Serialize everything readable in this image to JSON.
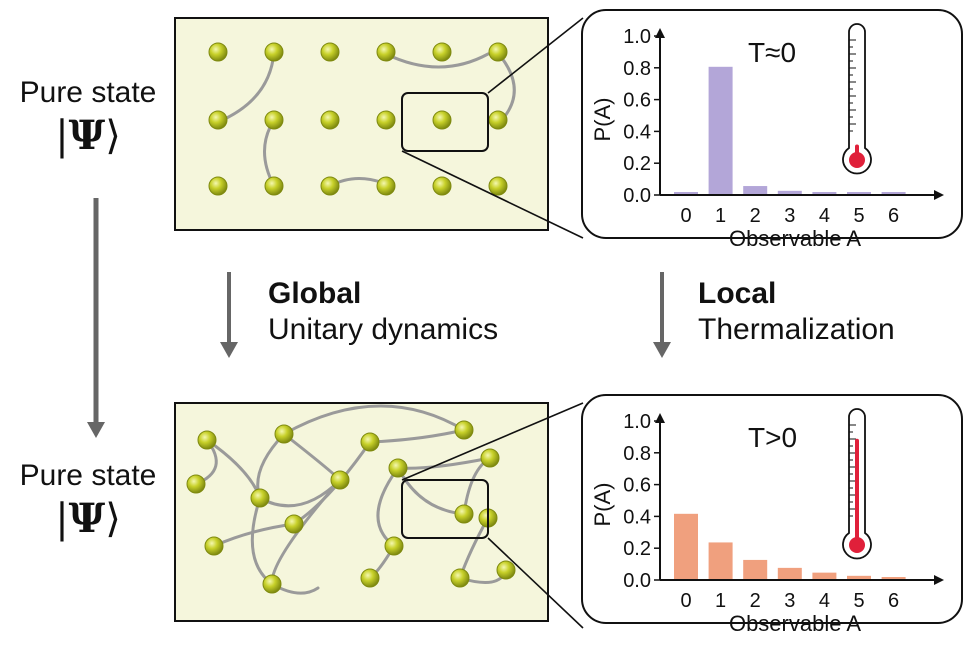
{
  "top_state": {
    "label": "Pure state",
    "ket_open": "|",
    "ket_symbol": "Ψ",
    "ket_close": "⟩"
  },
  "bottom_state": {
    "label": "Pure state",
    "ket_open": "|",
    "ket_symbol": "Ψ",
    "ket_close": "⟩"
  },
  "arrow_left": {
    "bold": "Global",
    "text": "Unitary dynamics"
  },
  "arrow_right": {
    "bold": "Local",
    "text": "Thermalization"
  },
  "colors": {
    "panel_fill": "#f5f6dc",
    "atom": "#c8d12a",
    "atom_edge": "#7f8a10",
    "bond": "#9a9a9a",
    "bar_cold": "#b3a6d8",
    "bar_hot": "#f0a07e",
    "mercury": "#e0203a",
    "arrow": "#666666"
  },
  "chart_data": [
    {
      "type": "bar",
      "temperature_label": "T≈0",
      "xlabel": "Observable A",
      "ylabel": "P(A)",
      "categories": [
        "0",
        "1",
        "2",
        "3",
        "4",
        "5",
        "6"
      ],
      "values": [
        0.01,
        0.8,
        0.05,
        0.02,
        0.01,
        0.01,
        0.01
      ],
      "yticks": [
        "0.0",
        "0.2",
        "0.4",
        "0.6",
        "0.8",
        "1.0"
      ],
      "ylim": [
        0,
        1.0
      ],
      "thermometer_level": 0.08
    },
    {
      "type": "bar",
      "temperature_label": "T>0",
      "xlabel": "Observable A",
      "ylabel": "P(A)",
      "categories": [
        "0",
        "1",
        "2",
        "3",
        "4",
        "5",
        "6"
      ],
      "values": [
        0.41,
        0.23,
        0.12,
        0.07,
        0.04,
        0.02,
        0.01
      ],
      "yticks": [
        "0.0",
        "0.2",
        "0.4",
        "0.6",
        "0.8",
        "1.0"
      ],
      "ylim": [
        0,
        1.0
      ],
      "thermometer_level": 0.85
    }
  ]
}
